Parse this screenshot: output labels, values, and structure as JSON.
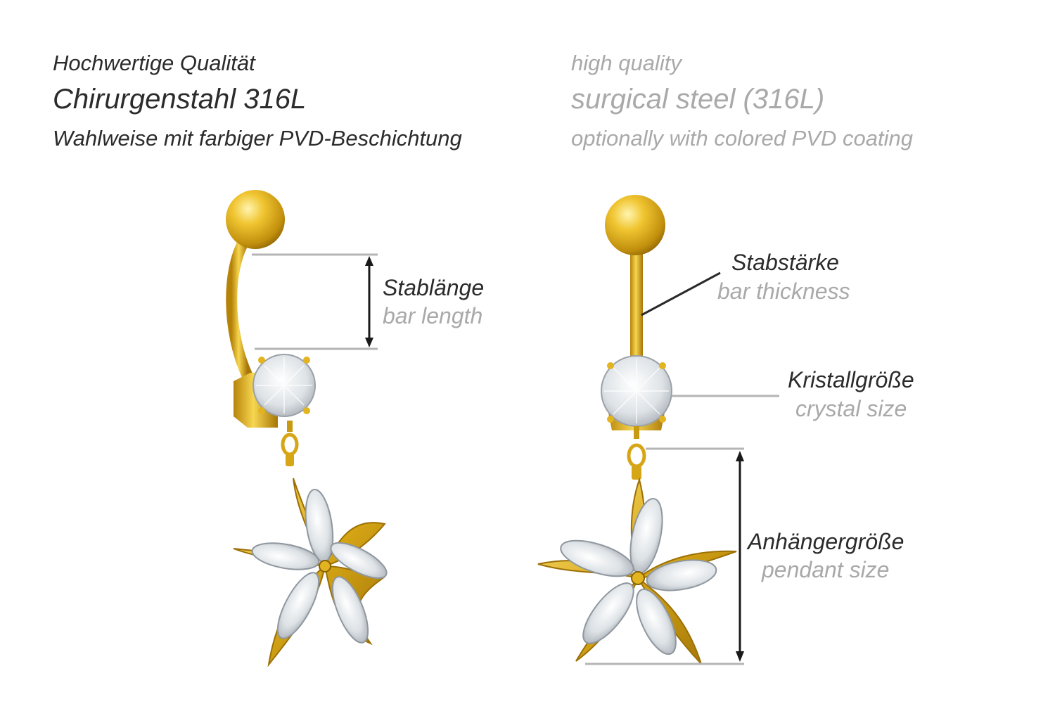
{
  "header": {
    "de": {
      "line1": "Hochwertige Qualität",
      "line2": "Chirurgenstahl 316L",
      "line3": "Wahlweise mit farbiger PVD-Beschichtung"
    },
    "en": {
      "line1": "high quality",
      "line2": "surgical steel (316L)",
      "line3": "optionally with colored PVD coating"
    }
  },
  "labels": {
    "bar_length": {
      "de": "Stablänge",
      "en": "bar length"
    },
    "bar_thickness": {
      "de": "Stabstärke",
      "en": "bar thickness"
    },
    "crystal_size": {
      "de": "Kristallgröße",
      "en": "crystal size"
    },
    "pendant_size": {
      "de": "Anhängergröße",
      "en": "pendant size"
    }
  },
  "colors": {
    "gold": "#e2b41f",
    "gold_dark": "#a87a08",
    "gold_light": "#fbe27a",
    "crystal": "#e9ecef",
    "dimension_line": "#b5b5b5",
    "arrow": "#1a1a1a",
    "text_de": "#2b2b2b",
    "text_en": "#a9a9a9"
  }
}
